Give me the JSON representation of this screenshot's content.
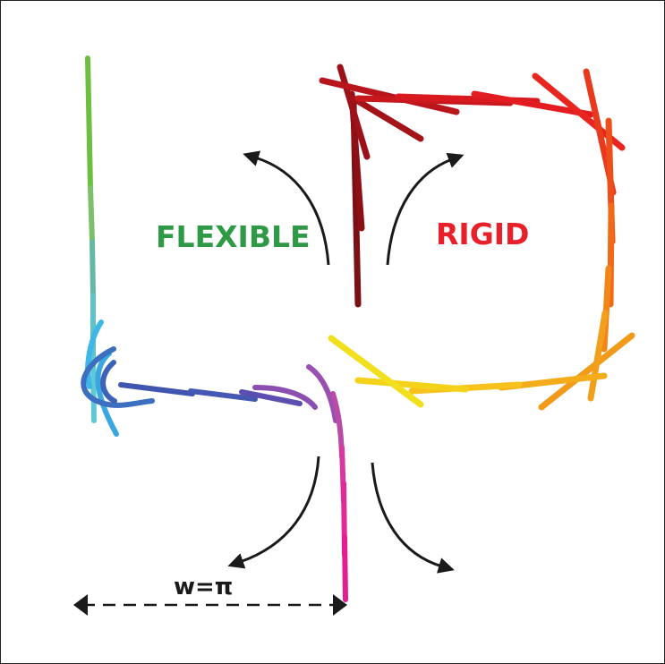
{
  "labels": {
    "flexible": "FLEXIBLE",
    "rigid": "RIGID",
    "width": "w=π"
  },
  "colors": {
    "flexible": "#2f9a45",
    "rigid": "#e8202a",
    "arrow": "#1a1a1a",
    "frame": "#222222"
  }
}
